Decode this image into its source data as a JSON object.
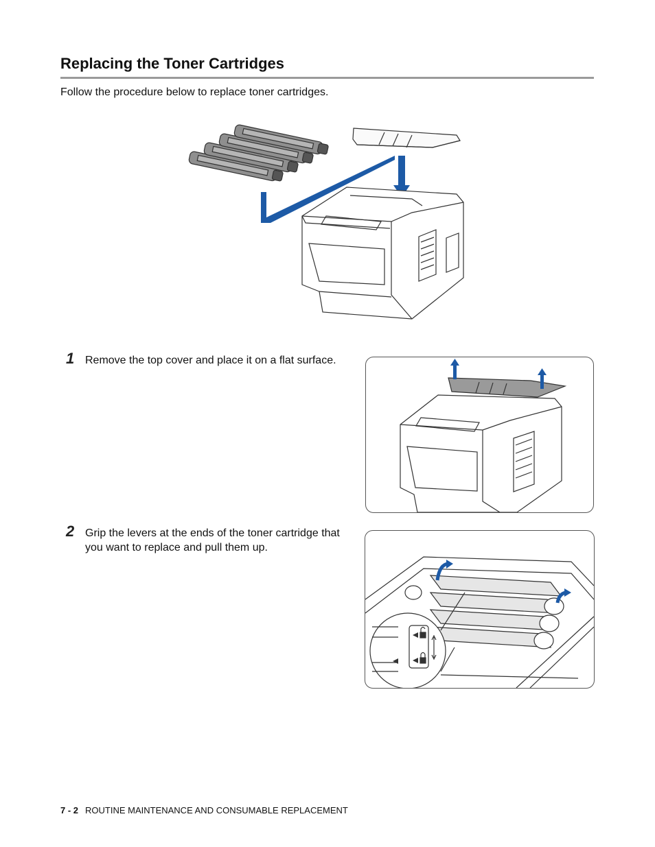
{
  "section": {
    "title": "Replacing the Toner Cartridges",
    "intro": "Follow the procedure below to replace toner cartridges."
  },
  "steps": [
    {
      "number": "1",
      "text": "Remove the top cover and place it on a flat surface."
    },
    {
      "number": "2",
      "text": "Grip the levers at the ends of the toner cartridge that you want to replace and pull them up."
    }
  ],
  "footer": {
    "page": "7 - 2",
    "chapter": "ROUTINE MAINTENANCE AND CONSUMABLE REPLACEMENT"
  },
  "colors": {
    "arrow": "#1d5aa6",
    "rule": "#9a9a9a",
    "line": "#333333"
  },
  "icons": [
    "lock-open-icon",
    "lock-closed-icon",
    "up-arrow-icon",
    "curved-arrow-icon"
  ]
}
